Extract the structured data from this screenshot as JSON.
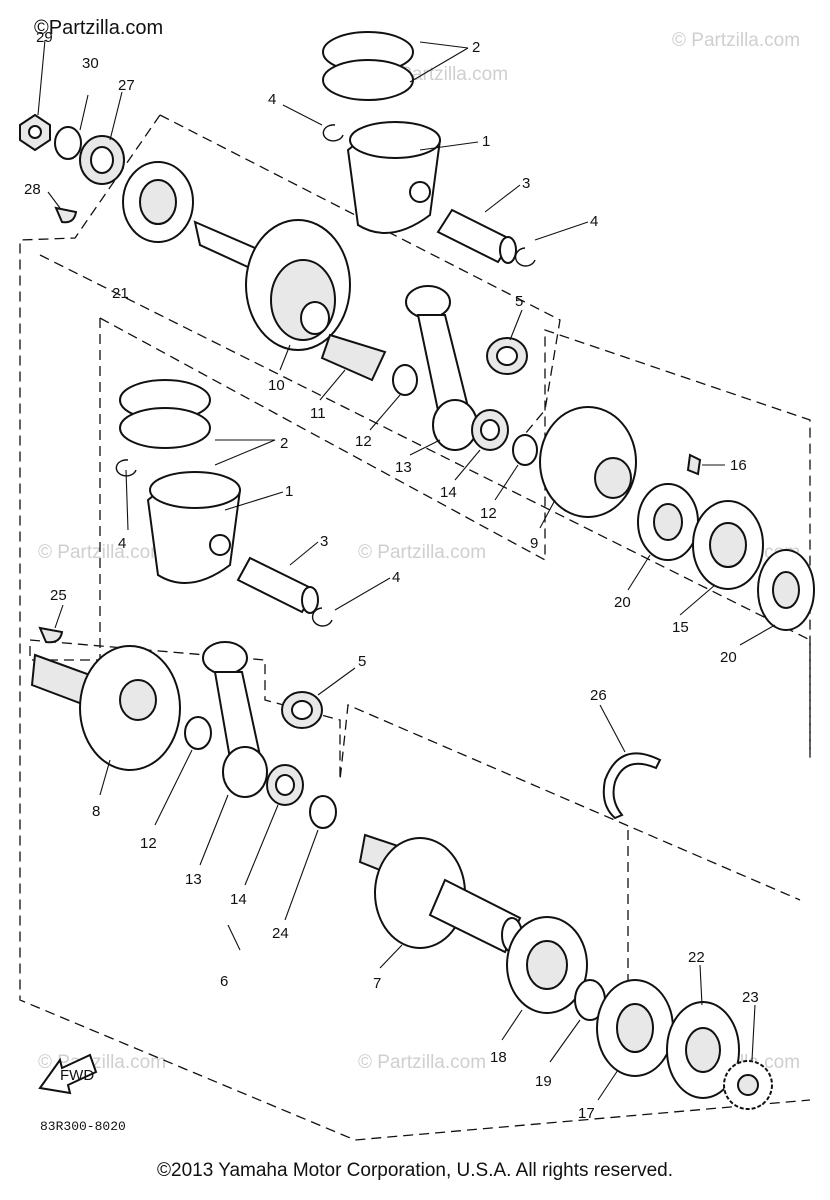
{
  "watermark": {
    "top_left_text": "©Partzilla.com",
    "repeat_text": "© Partzilla.com"
  },
  "diagram": {
    "code": "83R300-8020",
    "fwd_label": "FWD",
    "labels": [
      {
        "id": "29",
        "text": "29"
      },
      {
        "id": "30",
        "text": "30"
      },
      {
        "id": "27",
        "text": "27"
      },
      {
        "id": "28",
        "text": "28"
      },
      {
        "id": "21",
        "text": "21"
      },
      {
        "id": "2a",
        "text": "2"
      },
      {
        "id": "4a",
        "text": "4"
      },
      {
        "id": "1a",
        "text": "1"
      },
      {
        "id": "3a",
        "text": "3"
      },
      {
        "id": "4b",
        "text": "4"
      },
      {
        "id": "5a",
        "text": "5"
      },
      {
        "id": "10",
        "text": "10"
      },
      {
        "id": "11",
        "text": "11"
      },
      {
        "id": "12a",
        "text": "12"
      },
      {
        "id": "13a",
        "text": "13"
      },
      {
        "id": "14a",
        "text": "14"
      },
      {
        "id": "12b",
        "text": "12"
      },
      {
        "id": "9",
        "text": "9"
      },
      {
        "id": "16",
        "text": "16"
      },
      {
        "id": "2b",
        "text": "2"
      },
      {
        "id": "1b",
        "text": "1"
      },
      {
        "id": "4c",
        "text": "4"
      },
      {
        "id": "3b",
        "text": "3"
      },
      {
        "id": "4d",
        "text": "4"
      },
      {
        "id": "20a",
        "text": "20"
      },
      {
        "id": "15",
        "text": "15"
      },
      {
        "id": "20b",
        "text": "20"
      },
      {
        "id": "25",
        "text": "25"
      },
      {
        "id": "5b",
        "text": "5"
      },
      {
        "id": "26",
        "text": "26"
      },
      {
        "id": "8",
        "text": "8"
      },
      {
        "id": "12c",
        "text": "12"
      },
      {
        "id": "13b",
        "text": "13"
      },
      {
        "id": "14b",
        "text": "14"
      },
      {
        "id": "24",
        "text": "24"
      },
      {
        "id": "7",
        "text": "7"
      },
      {
        "id": "6",
        "text": "6"
      },
      {
        "id": "22",
        "text": "22"
      },
      {
        "id": "23",
        "text": "23"
      },
      {
        "id": "18",
        "text": "18"
      },
      {
        "id": "19",
        "text": "19"
      },
      {
        "id": "17",
        "text": "17"
      }
    ]
  },
  "footer": {
    "copyright": "©2013 Yamaha Motor Corporation, U.S.A. All rights reserved."
  }
}
